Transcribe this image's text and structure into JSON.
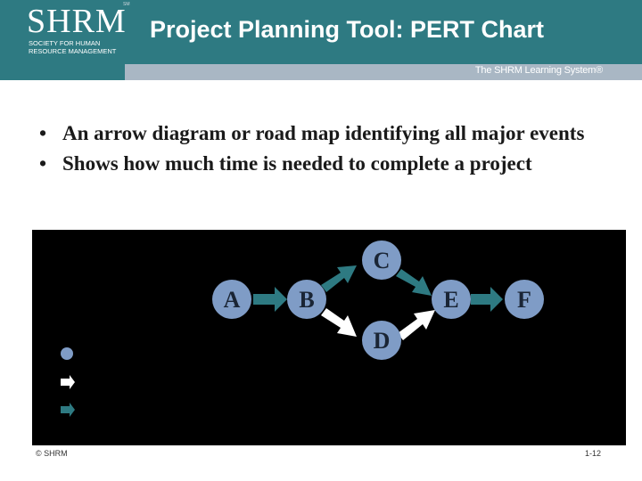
{
  "header": {
    "title": "Project Planning Tool: PERT Chart",
    "subtitle": "The SHRM Learning System®"
  },
  "logo": {
    "name": "SHRM",
    "tagline": "SOCIETY FOR HUMAN RESOURCE MANAGEMENT",
    "tm": "SM"
  },
  "bullets": [
    {
      "marker": "•",
      "text": "An arrow diagram or road map identifying all major events"
    },
    {
      "marker": "•",
      "text": "Shows how much time is needed to complete a project"
    }
  ],
  "diagram": {
    "nodes": [
      "A",
      "B",
      "C",
      "D",
      "E",
      "F"
    ],
    "colors": {
      "node": "#7f9cc6",
      "teal_arrow": "#2e7a82",
      "white_arrow": "#ffffff",
      "node_text": "#1a2535"
    }
  },
  "footer": {
    "copyright": "© SHRM",
    "page": "1-12"
  }
}
